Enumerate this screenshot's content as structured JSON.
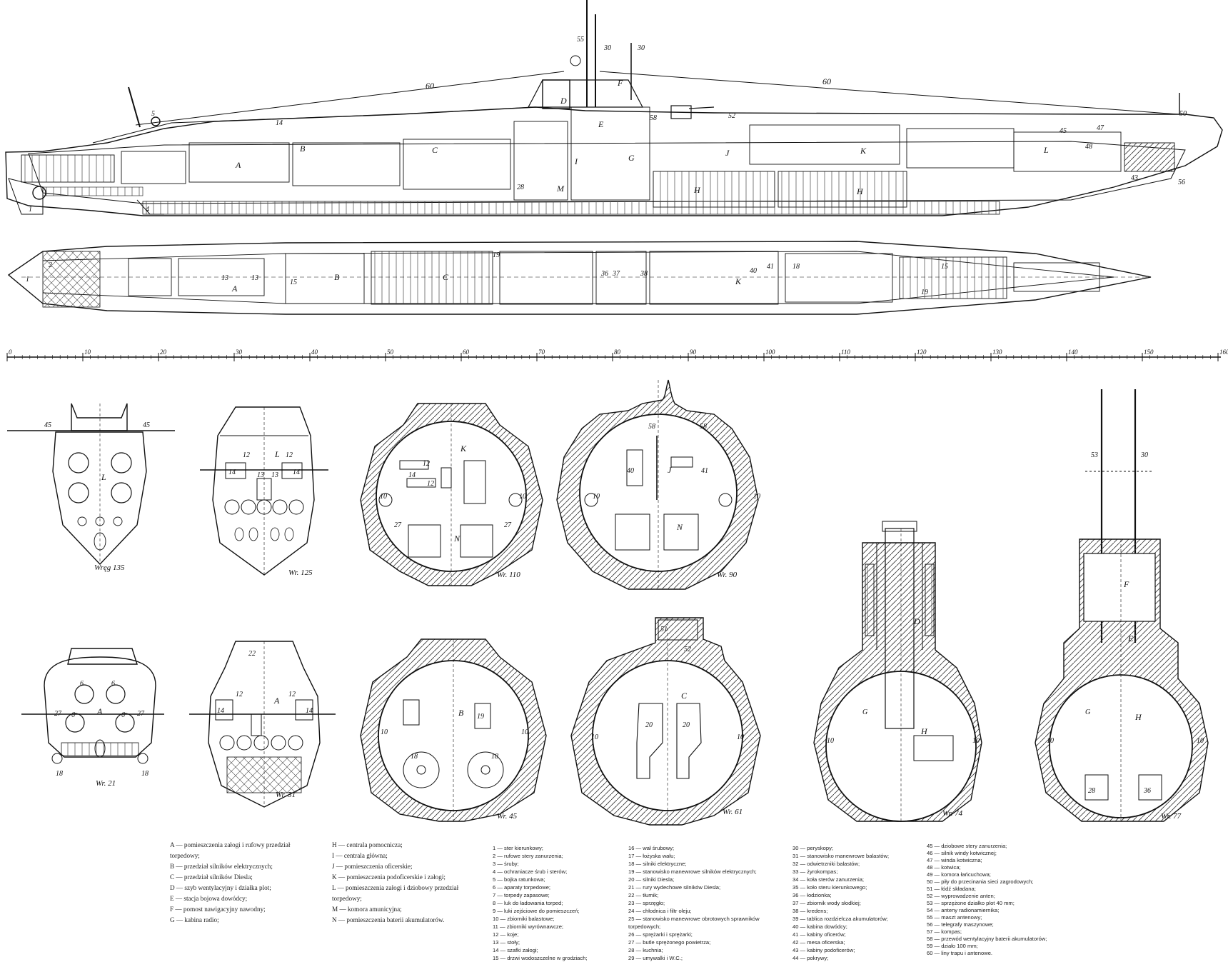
{
  "side_view": {
    "dimension_labels": [
      "60",
      "60"
    ],
    "mast_labels": [
      "55",
      "30",
      "30"
    ],
    "callouts": [
      "1",
      "4",
      "5",
      "14",
      "A",
      "B",
      "C",
      "D",
      "M",
      "E",
      "F",
      "H",
      "G",
      "I",
      "J",
      "K",
      "H",
      "L",
      "50",
      "47",
      "45",
      "43",
      "48",
      "52",
      "56",
      "58",
      "28"
    ]
  },
  "plan_view": {
    "callouts": [
      "1",
      "2",
      "A",
      "13",
      "13",
      "15",
      "B",
      "C",
      "19",
      "36",
      "37",
      "38",
      "40",
      "41",
      "K",
      "18",
      "15",
      "19"
    ]
  },
  "scale": {
    "ticks": [
      "0",
      "10",
      "20",
      "30",
      "40",
      "50",
      "60",
      "70",
      "80",
      "90",
      "100",
      "110",
      "120",
      "130",
      "140",
      "150",
      "160"
    ]
  },
  "sections": [
    {
      "caption": "Wręg 135",
      "labels": [
        "45",
        "45",
        "L"
      ]
    },
    {
      "caption": "Wr. 125",
      "labels": [
        "L",
        "14",
        "14",
        "12",
        "12",
        "13",
        "13"
      ]
    },
    {
      "caption": "Wr. 110",
      "labels": [
        "K",
        "14",
        "12",
        "12",
        "10",
        "10",
        "27",
        "27",
        "N"
      ]
    },
    {
      "caption": "Wr. 90",
      "labels": [
        "58",
        "58",
        "J",
        "40",
        "41",
        "10",
        "10",
        "N"
      ]
    },
    {
      "caption": "Wr. 21",
      "labels": [
        "A",
        "6",
        "6",
        "6",
        "6",
        "27",
        "27",
        "18",
        "18"
      ]
    },
    {
      "caption": "Wr. 31",
      "labels": [
        "A",
        "22",
        "14",
        "14",
        "12",
        "12"
      ]
    },
    {
      "caption": "Wr. 45",
      "labels": [
        "B",
        "19",
        "18",
        "18",
        "10",
        "10"
      ]
    },
    {
      "caption": "Wr. 61",
      "labels": [
        "51",
        "52",
        "C",
        "20",
        "20",
        "10",
        "10"
      ]
    },
    {
      "caption": "Wr. 74",
      "labels": [
        "D",
        "G",
        "H",
        "10",
        "10"
      ]
    },
    {
      "caption": "Wr. 77",
      "labels": [
        "53",
        "30",
        "F",
        "E",
        "G",
        "H",
        "10",
        "10",
        "28",
        "36"
      ]
    }
  ],
  "legend": {
    "letters_col1": [
      "A — pomieszczenia załogi i rufowy przedział",
      "      torpedowy;",
      "B — przedział silników elektrycznych;",
      "C — przedział silników Diesla;",
      "D — szyb wentylacyjny i działka plot;",
      "E — stacja bojowa dowódcy;",
      "F — pomost nawigacyjny nawodny;",
      "G — kabina radio;"
    ],
    "letters_col2": [
      "H — centrala pomocnicza;",
      "I — centrala główna;",
      "J — pomieszczenia oficerskie;",
      "K — pomieszczenia podoficerskie i załogi;",
      "L — pomieszczenia załogi i dziobowy przedział",
      "      torpedowy;",
      "M — komora amunicyjna;",
      "N — pomieszczenia baterii akumulatorów."
    ],
    "numbers_col1": [
      "1 — ster kierunkowy;",
      "2 — rufowe stery zanurzenia;",
      "3 — śruby;",
      "4 — ochraniacze śrub i sterów;",
      "5 — bojka ratunkowa;",
      "6 — aparaty torpedowe;",
      "7 — torpedy zapasowe;",
      "8 — luk do ładowania torped;",
      "9 — luki zejściowe do pomieszczeń;",
      "10 — zbiorniki balastowe;",
      "11 — zbiorniki wyrównawcze;",
      "12 — koje;",
      "13 — stoły;",
      "14 — szafki załogi;",
      "15 — drzwi wodoszczelne w grodziach;"
    ],
    "numbers_col2": [
      "16 — wał śrubowy;",
      "17 — łożyska wału;",
      "18 — silniki elektryczne;",
      "19 — stanowisko manewrowe silników elektrycznych;",
      "20 — silniki Diesla;",
      "21 — rury wydechowe silników Diesla;",
      "22 — tłumik;",
      "23 — sprzęgło;",
      "24 — chłodnica i filtr oleju;",
      "25 — stanowisko manewrowe obrotowych sprawników",
      "        torpedowych;",
      "26 — sprężarki i sprężarki;",
      "27 — butle sprężonego powietrza;",
      "28 — kuchnia;",
      "29 — umywalki i W.C.;"
    ],
    "numbers_col3": [
      "30 — peryskopy;",
      "31 — stanowisko manewrowe balastów;",
      "32 — odwietrzniki balastów;",
      "33 — żyrokompas;",
      "34 — koła sterów zanurzenia;",
      "35 — koło steru kierunkowego;",
      "36 — łodzionka;",
      "37 — zbiornik wody słodkiej;",
      "38 — kredens;",
      "39 — tablica rozdzielcza akumulatorów;",
      "40 — kabina dowódcy;",
      "41 — kabiny oficerów;",
      "42 — mesa oficerska;",
      "43 — kabiny podoficerów;",
      "44 — pokrywy;"
    ],
    "numbers_col4": [
      "45 — dziobowe stery zanurzenia;",
      "46 — silnik windy kotwicznej;",
      "47 — winda kotwiczna;",
      "48 — kotwica;",
      "49 — komora łańcuchowa;",
      "50 — piły do przecinania sieci zagrodowych;",
      "51 — łódź składana;",
      "52 — wyprowadzenie anten;",
      "53 — sprzężone działko plot 40 mm;",
      "54 — anteny radionamiernika;",
      "55 — maszt antenowy;",
      "56 — telegrafy maszynowe;",
      "57 — kompas;",
      "58 — przewód wentylacyjny baterii akumulatorów;",
      "59 — działo 100 mm;",
      "60 — liny trapu i antenowe."
    ]
  }
}
